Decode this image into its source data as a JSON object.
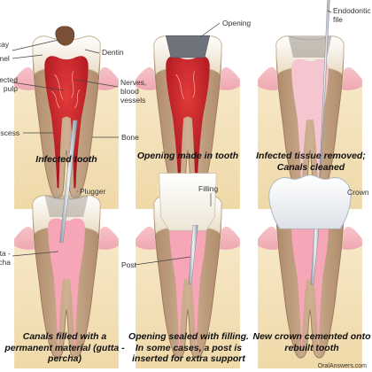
{
  "labels": {
    "decay": "Decay",
    "enamel": "Enamel",
    "dentin": "Dentin",
    "infected_pulp": "Infected pulp",
    "nerves": "Nerves, blood vessels",
    "abscess": "Abscess",
    "bone": "Bone",
    "opening": "Opening",
    "endodontic_file": "Endodontic file",
    "plugger": "Plugger",
    "gutta_percha": "Gutta - percha",
    "filling": "Filling",
    "post": "Post",
    "crown": "Crown"
  },
  "captions": {
    "step1": "Infected tooth",
    "step2": "Opening made in tooth",
    "step3": "Infected tissue removed; Canals cleaned",
    "step4": "Canals filled with a permanent material (gutta - percha)",
    "step5": "Opening sealed with filling. In some cases, a post is inserted for extra support",
    "step6": "New crown cemented onto rebuilt tooth"
  },
  "credit": "OralAnswers.com",
  "colors": {
    "enamel": "#f3ead8",
    "dentin": "#c4a485",
    "pulp_infected": "#c8202a",
    "pulp_clean": "#f5c6cf",
    "gutta_percha": "#f6a6b6",
    "gum": "#f2b2b8",
    "bone": "#f4e3b8",
    "instrument": "#b9c1cb"
  }
}
